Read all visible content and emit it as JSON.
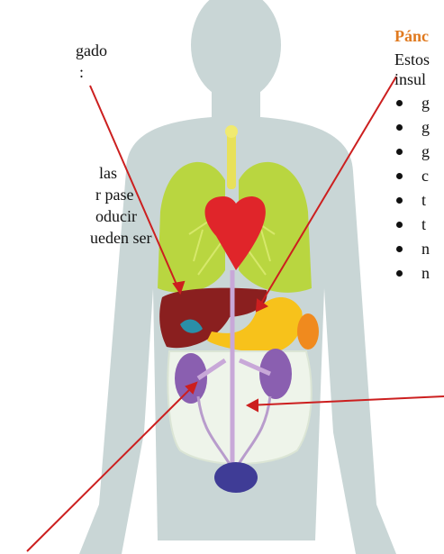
{
  "left_text": {
    "line1": "gado",
    "line2": ":",
    "line3": "las",
    "line4": "r pase",
    "line5": "oducir",
    "line6": "ueden ser"
  },
  "right_text": {
    "heading": "Pánc",
    "line1": "Estos",
    "line2": "insul",
    "bullets": [
      "g",
      "g",
      "g",
      "c",
      "t",
      "t",
      "n",
      "n"
    ]
  },
  "colors": {
    "body": "#c9d6d6",
    "lungs": "#b9d640",
    "heart": "#e0252a",
    "liver": "#8a1f1f",
    "stomach": "#f7c21b",
    "kidneys": "#8a5fb0",
    "intestine": "#eef4ea",
    "bladder": "#3f3c96",
    "arrow": "#cc1f1f",
    "heading": "#e07a1f"
  }
}
